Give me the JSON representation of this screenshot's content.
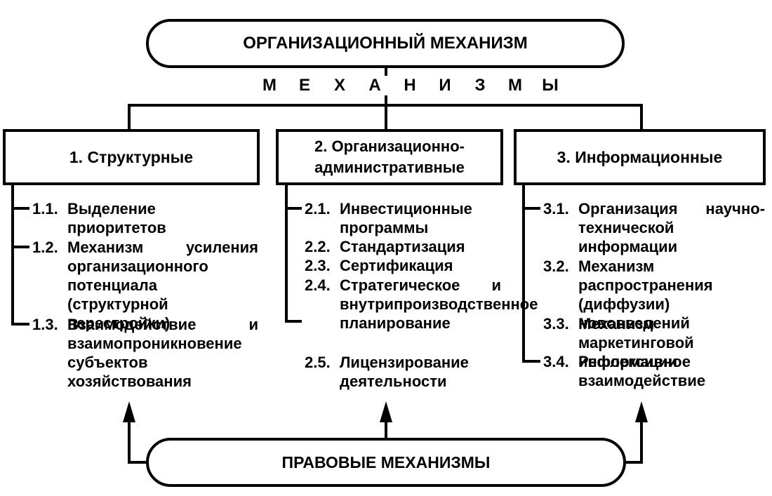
{
  "top": {
    "title": "ОРГАНИЗАЦИОННЫЙ МЕХАНИЗМ"
  },
  "mechanisms_word": [
    "М",
    "Е",
    "Х",
    "А",
    "Н",
    "И",
    "З",
    "М",
    "Ы"
  ],
  "categories": [
    {
      "title": "1. Структурные",
      "items": [
        {
          "num": "1.1.",
          "text": "Выделение приоритетов"
        },
        {
          "num": "1.2.",
          "text": "Механизм усиления организационного потенциала (структурной перестройки)"
        },
        {
          "num": "1.3.",
          "text": "Взаимодействие и взаимопроникновение субъектов хозяйствования"
        }
      ]
    },
    {
      "title": "2. Организационно-административные",
      "items": [
        {
          "num": "2.1.",
          "text": "Инвестиционные программы"
        },
        {
          "num": "2.2.",
          "text": "Стандартизация"
        },
        {
          "num": "2.3.",
          "text": "Сертификация"
        },
        {
          "num": "2.4.",
          "text": "Стратегическое и внутрипроизводственное планирование"
        },
        {
          "num": "2.5.",
          "text": "Лицензирование деятельности"
        }
      ]
    },
    {
      "title": "3. Информационные",
      "items": [
        {
          "num": "3.1.",
          "text": "Организация научно-технической информации"
        },
        {
          "num": "3.2.",
          "text": "Механизм распространения (диффузии) нововведений"
        },
        {
          "num": "3.3.",
          "text": "Механизм маркетинговой информации"
        },
        {
          "num": "3.4.",
          "text": "Рефлексивное взаимодействие"
        }
      ]
    }
  ],
  "bottom": {
    "title": "ПРАВОВЫЕ МЕХАНИЗМЫ"
  }
}
